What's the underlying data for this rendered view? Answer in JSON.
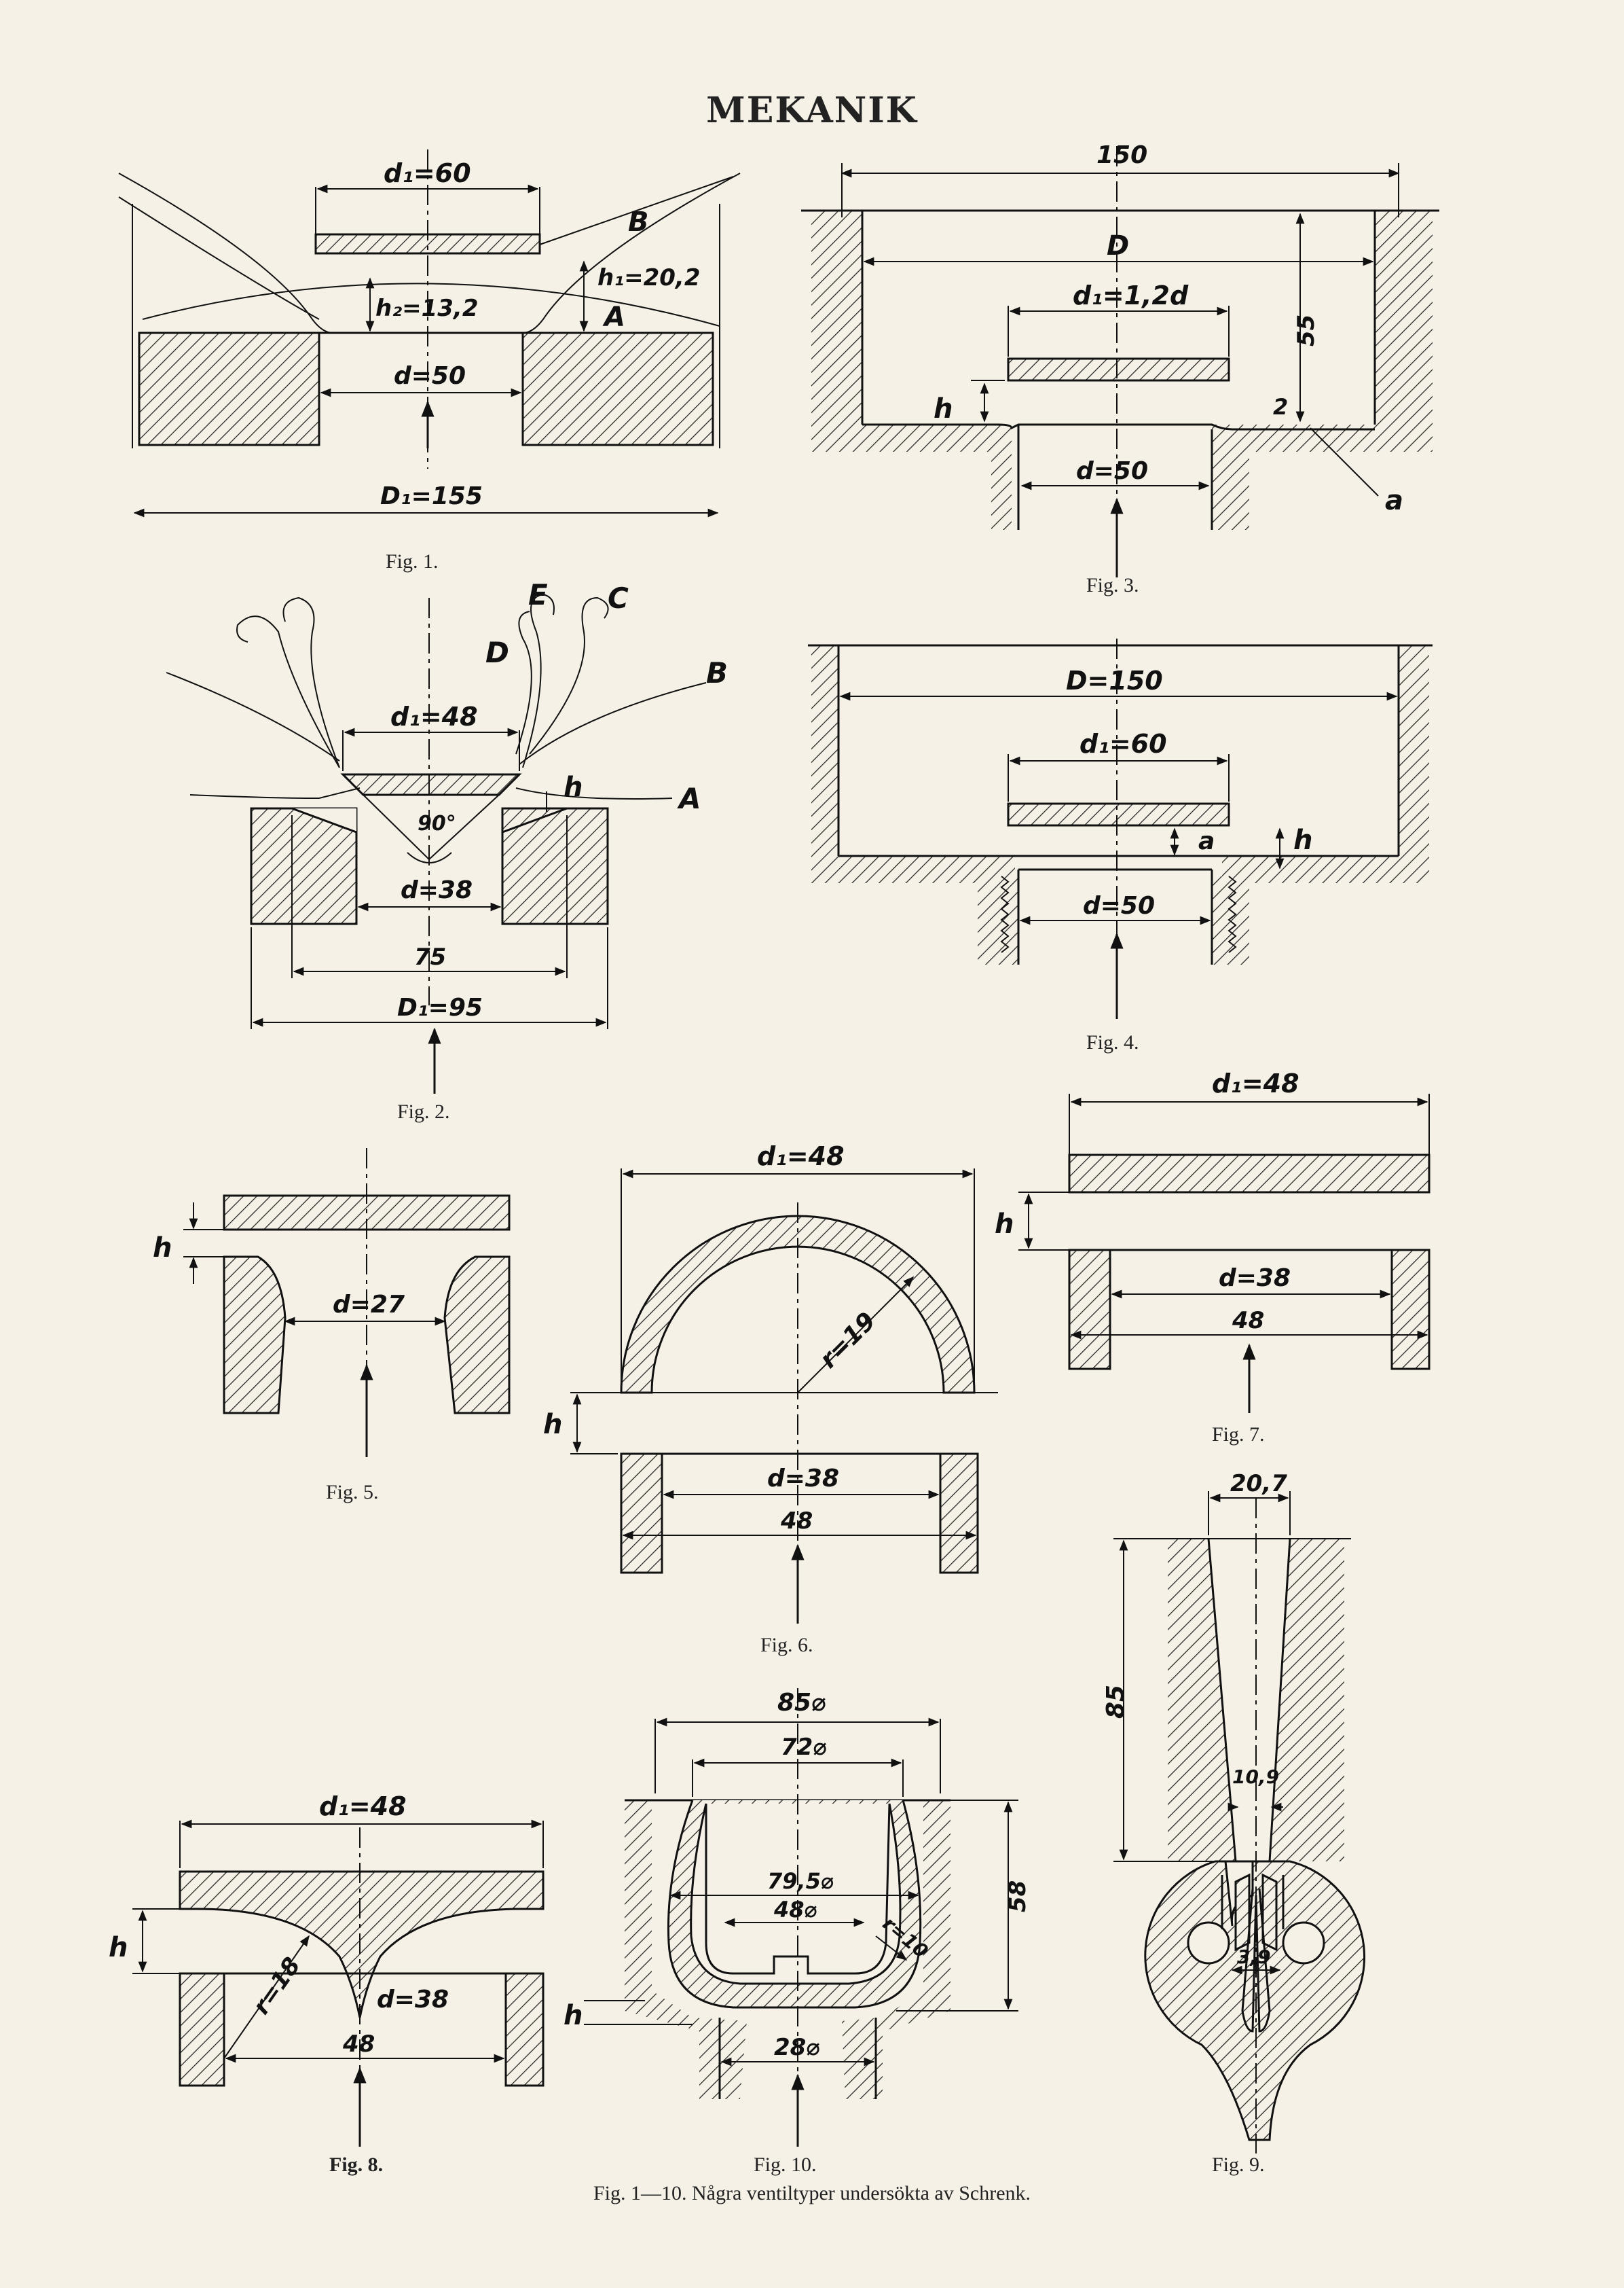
{
  "page": {
    "title": "MEKANIK",
    "caption": "Fig. 1—10. Några ventiltyper undersökta av Schrenk."
  },
  "fig1": {
    "caption": "Fig. 1.",
    "d1": "d₁=60",
    "d": "d=50",
    "h1": "h₁=20,2",
    "h2": "h₂=13,2",
    "D1": "D₁=155",
    "B": "B",
    "A": "A"
  },
  "fig2": {
    "caption": "Fig. 2.",
    "d1": "d₁=48",
    "d": "d=38",
    "angle": "90°",
    "w75": "75",
    "D1": "D₁=95",
    "h": "h",
    "A": "A",
    "B": "B",
    "C": "C",
    "D": "D",
    "E": "E"
  },
  "fig3": {
    "caption": "Fig. 3.",
    "w150": "150",
    "D": "D",
    "d1": "d₁=1,2d",
    "d": "d=50",
    "h": "h",
    "v55": "55",
    "v2": "2",
    "a": "a"
  },
  "fig4": {
    "caption": "Fig. 4.",
    "D": "D=150",
    "d1": "d₁=60",
    "d": "d=50",
    "a": "a",
    "h": "h"
  },
  "fig5": {
    "caption": "Fig. 5.",
    "h": "h",
    "d": "d=27"
  },
  "fig6": {
    "caption": "Fig. 6.",
    "d1": "d₁=48",
    "r": "r=19",
    "h": "h",
    "d": "d=38",
    "w48": "48"
  },
  "fig7": {
    "caption": "Fig. 7.",
    "d1": "d₁=48",
    "h": "h",
    "d": "d=38",
    "w48": "48"
  },
  "fig8": {
    "caption": "Fig. 8.",
    "d1": "d₁=48",
    "h": "h",
    "r": "r=18",
    "d": "d=38",
    "w48": "48"
  },
  "fig9": {
    "caption": "Fig. 9.",
    "w207": "20,7",
    "v85": "85",
    "w109": "10,9",
    "w39": "3,9"
  },
  "fig10": {
    "caption": "Fig. 10.",
    "w85": "85⌀",
    "w72": "72⌀",
    "w795": "79,5⌀",
    "w48": "48⌀",
    "w28": "28⌀",
    "v58": "58",
    "r": "r=10",
    "h": "h"
  },
  "colors": {
    "paper": "#f5f1e7",
    "ink": "#111111"
  }
}
